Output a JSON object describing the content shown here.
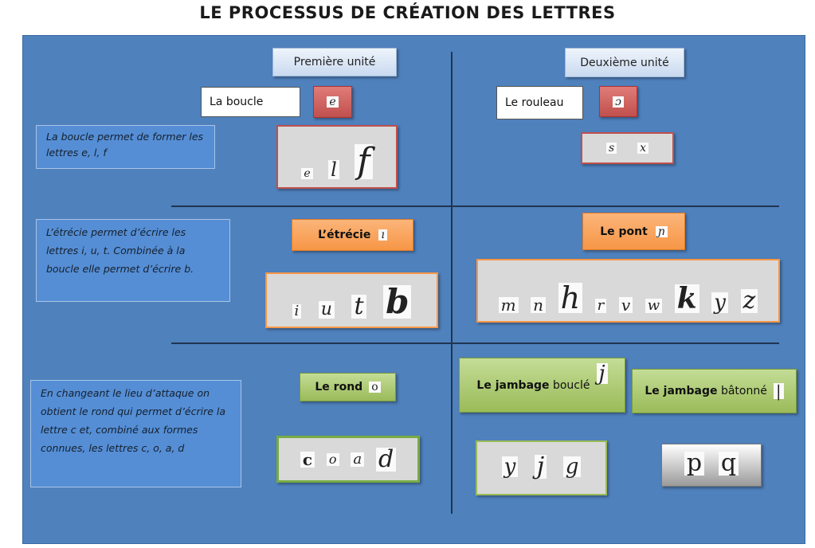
{
  "title": "LE PROCESSUS DE CRÉATION DES LETTRES",
  "unit1": {
    "label": "Première unité",
    "boucle": "La boucle",
    "boucle_letter": "e",
    "boucle_desc": "La boucle permet de former les lettres e, l, f",
    "boucle_letters": [
      "e",
      "l",
      "f"
    ],
    "etrecie": "L’étrécie",
    "etrecie_letter": "ı",
    "etrecie_desc": "L’étrécie permet d’écrire les lettres i, u, t. Combinée à la boucle elle permet d’écrire b.",
    "etrecie_letters": [
      "i",
      "u",
      "t",
      "b"
    ],
    "rond": "Le rond",
    "rond_letter": "o",
    "rond_desc": "En changeant le lieu d’attaque on obtient le rond qui permet d’écrire la lettre c et, combiné aux formes connues, les lettres c, o, a, d",
    "rond_letters": [
      "c",
      "o",
      "a",
      "d"
    ]
  },
  "unit2": {
    "label": "Deuxième unité",
    "rouleau": "Le rouleau",
    "rouleau_letter": "ɔ",
    "rouleau_letters": [
      "s",
      "x"
    ],
    "pont": "Le pont",
    "pont_letter": "ɲ",
    "pont_letters": [
      "m",
      "n",
      "h",
      "r",
      "v",
      "w",
      "k",
      "y",
      "z"
    ],
    "jambage_boucle_bold": "Le jambage",
    "jambage_boucle_rest": "bouclé",
    "jambage_boucle_letter": "j",
    "jambage_baton_bold": "Le jambage",
    "jambage_baton_rest": "bâtonné",
    "jambage_baton_letter": "|",
    "boucle_letters": [
      "y",
      "j",
      "g"
    ],
    "baton_letters": [
      "p",
      "q"
    ]
  }
}
